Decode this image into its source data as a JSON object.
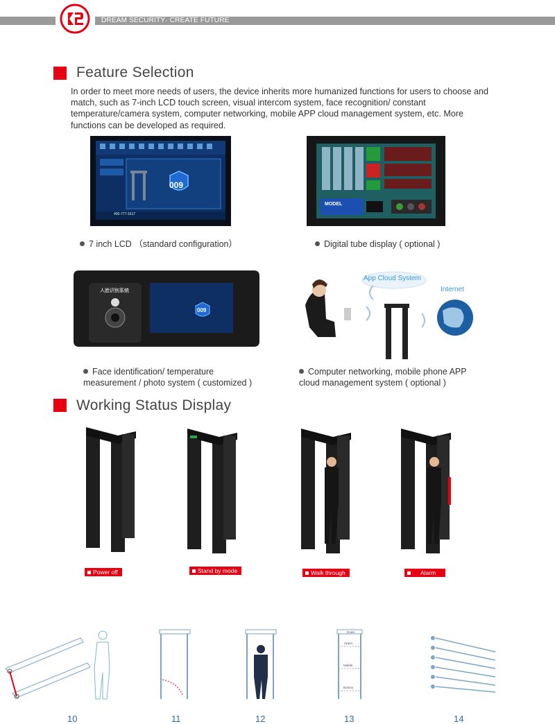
{
  "header": {
    "tagline": "DREAM SECURITY· CREATE FUTURE",
    "logo_icon": "company-logo-icon"
  },
  "feature_section": {
    "title": "Feature Selection",
    "intro": "In order to meet more needs of users, the device inherits more humanized functions for users to choose and match, such as 7-inch LCD touch screen, visual intercom system, face recognition/ constant temperature/camera system, computer networking, mobile APP cloud management system, etc. More functions can be developed as required.",
    "lcd": {
      "counter": "009",
      "caption": "7 inch LCD （standard configuration）",
      "phone": "400-777-1617"
    },
    "digital": {
      "model_label": "MODEL",
      "caption": "Digital tube display ( optional )"
    },
    "face": {
      "panel_title": "人脸识别系统",
      "counter": "009",
      "caption_line1": "Face identification/ temperature",
      "caption_line2": "measurement / photo system ( customized )"
    },
    "network": {
      "cloud_label": "App Cloud System",
      "internet_label": "Internet",
      "caption_line1": "Computer networking, mobile phone APP",
      "caption_line2": "cloud management system ( optional )"
    }
  },
  "status_section": {
    "title": "Working Status Display",
    "labels": [
      "Power off",
      "Stand by mode",
      "Walk through",
      "Alarm"
    ]
  },
  "install_steps": {
    "numbers": [
      "10",
      "11",
      "12",
      "13",
      "14"
    ],
    "zone_labels": [
      "Down",
      "Upper",
      "Middle",
      "Bottom"
    ]
  },
  "colors": {
    "accent": "#e60012",
    "bar": "#9a9a9a",
    "step_number": "#2a6aa8"
  }
}
